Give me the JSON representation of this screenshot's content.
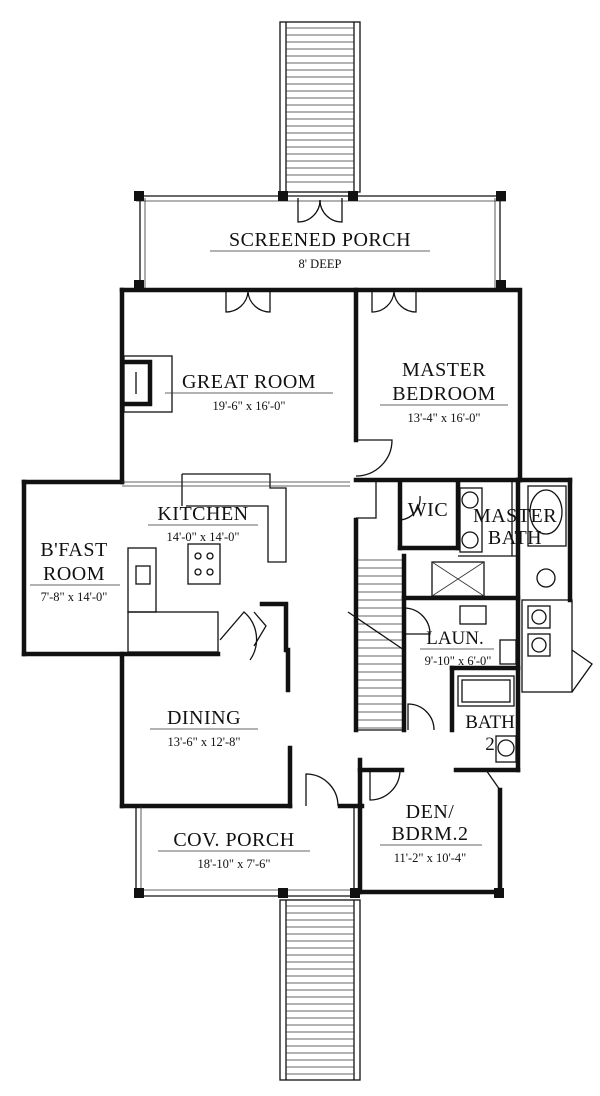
{
  "rooms": {
    "screened_porch": {
      "name": "SCREENED PORCH",
      "dims": "8' DEEP"
    },
    "great_room": {
      "name": "GREAT ROOM",
      "dims": "19'-6\" x 16'-0\""
    },
    "master_bedroom": {
      "name_line1": "MASTER",
      "name_line2": "BEDROOM",
      "dims": "13'-4\" x 16'-0\""
    },
    "kitchen": {
      "name": "KITCHEN",
      "dims": "14'-0\" x 14'-0\""
    },
    "bfast_room": {
      "name_line1": "B'FAST",
      "name_line2": "ROOM",
      "dims": "7'-8\" x 14'-0\""
    },
    "wic": {
      "name": "WIC"
    },
    "master_bath": {
      "name_line1": "MASTER",
      "name_line2": "BATH"
    },
    "laundry": {
      "name": "LAUN.",
      "dims": "9'-10\" x 6'-0\""
    },
    "bath2": {
      "name_line1": "BATH",
      "name_line2": "2"
    },
    "dining": {
      "name": "DINING",
      "dims": "13'-6\" x 12'-8\""
    },
    "cov_porch": {
      "name": "COV. PORCH",
      "dims": "18'-10\" x 7'-6\""
    },
    "den": {
      "name_line1": "DEN/",
      "name_line2": "BDRM.2",
      "dims": "11'-2\" x 10'-4\""
    }
  }
}
